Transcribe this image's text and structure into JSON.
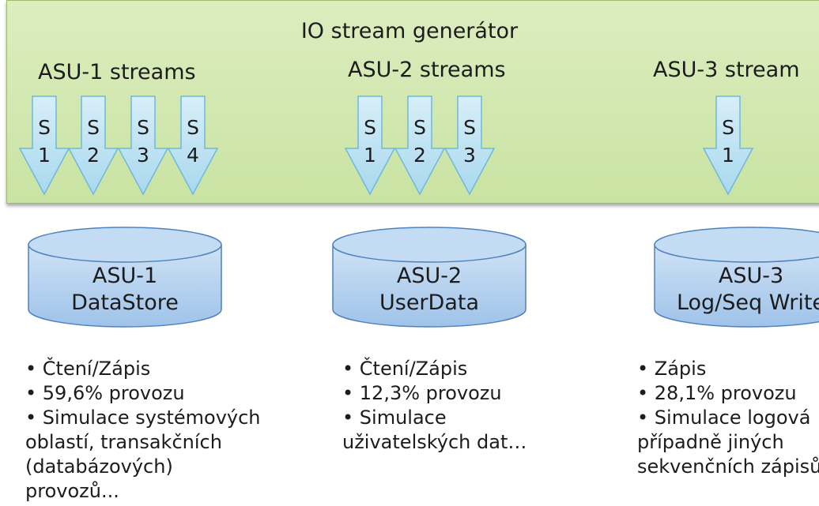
{
  "generator": {
    "title": "IO stream generátor",
    "groups": [
      {
        "label": "ASU-1 streams",
        "streams": [
          {
            "s": "S",
            "n": "1"
          },
          {
            "s": "S",
            "n": "2"
          },
          {
            "s": "S",
            "n": "3"
          },
          {
            "s": "S",
            "n": "4"
          }
        ]
      },
      {
        "label": "ASU-2 streams",
        "streams": [
          {
            "s": "S",
            "n": "1"
          },
          {
            "s": "S",
            "n": "2"
          },
          {
            "s": "S",
            "n": "3"
          }
        ]
      },
      {
        "label": "ASU-3 stream",
        "streams": [
          {
            "s": "S",
            "n": "1"
          }
        ]
      }
    ]
  },
  "units": [
    {
      "name": "ASU-1",
      "subtitle": "DataStore"
    },
    {
      "name": "ASU-2",
      "subtitle": "UserData"
    },
    {
      "name": "ASU-3",
      "subtitle": "Log/Seq Write"
    }
  ],
  "descriptions": [
    [
      "• Čtení/Zápis",
      "• 59,6% provozu",
      "• Simulace systémových",
      "oblastí, transakčních",
      "(databázových)",
      "provozů..."
    ],
    [
      "• Čtení/Zápis",
      "• 12,3% provozu",
      "• Simulace",
      "uživatelských dat…"
    ],
    [
      "• Zápis",
      "• 28,1% provozu",
      "• Simulace logová",
      "případně jiných",
      "sekvenčních zápisů"
    ]
  ],
  "colors": {
    "panel": "#cfe6a8",
    "arrow_fill": "#bfe3f2",
    "arrow_stroke": "#6fb9dd",
    "cylinder_fill": "#b7d3ef",
    "cylinder_stroke": "#4f81bd"
  }
}
